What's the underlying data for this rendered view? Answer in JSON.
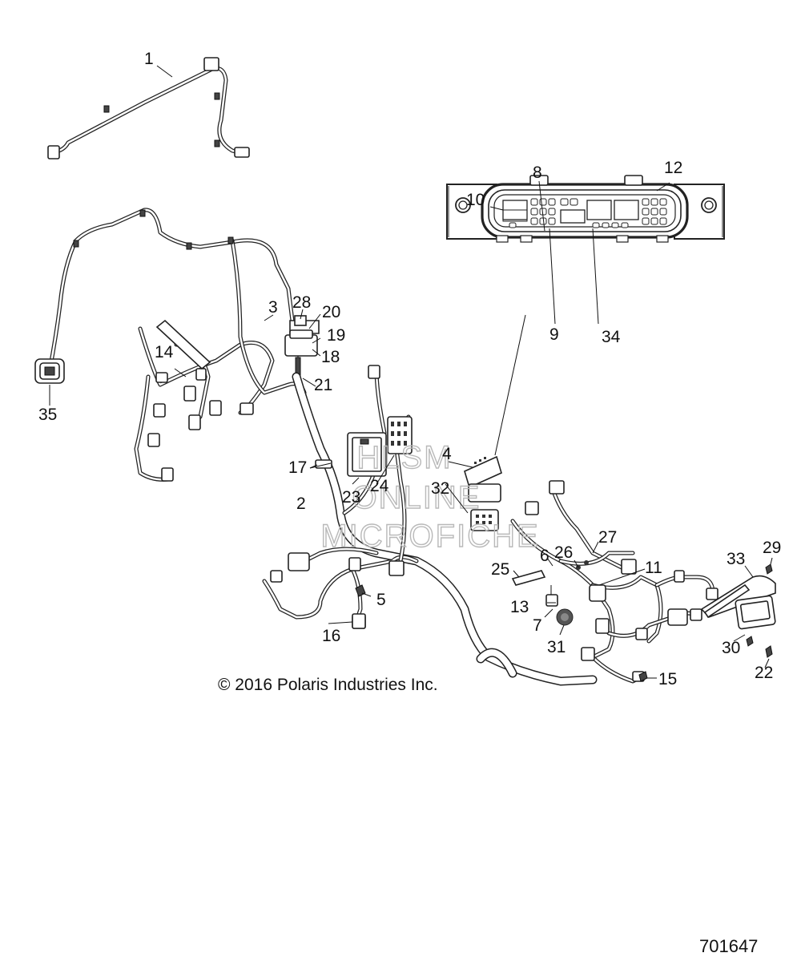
{
  "callouts": [
    "1",
    "2",
    "3",
    "4",
    "5",
    "6",
    "7",
    "8",
    "9",
    "10",
    "11",
    "12",
    "13",
    "14",
    "15",
    "16",
    "17",
    "18",
    "19",
    "20",
    "21",
    "22",
    "23",
    "24",
    "25",
    "26",
    "27",
    "28",
    "29",
    "30",
    "31",
    "32",
    "33",
    "34",
    "35"
  ],
  "watermark": [
    "HLSM",
    "ONLINE",
    "MICROFICHE"
  ],
  "copyright": "© 2016 Polaris Industries Inc.",
  "drawing_number": "701647"
}
